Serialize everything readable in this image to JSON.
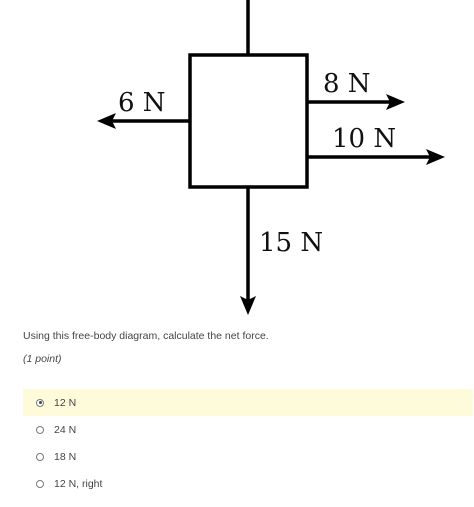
{
  "diagram": {
    "forces": {
      "left": "6 N",
      "right_top": "8 N",
      "right_bottom": "10 N",
      "down": "15 N"
    }
  },
  "question": {
    "prompt": "Using this free-body diagram, calculate the net force.",
    "points": "(1 point)"
  },
  "options": [
    {
      "label": "12 N",
      "selected": true
    },
    {
      "label": "24 N",
      "selected": false
    },
    {
      "label": "18 N",
      "selected": false
    },
    {
      "label": "12 N, right",
      "selected": false
    }
  ]
}
